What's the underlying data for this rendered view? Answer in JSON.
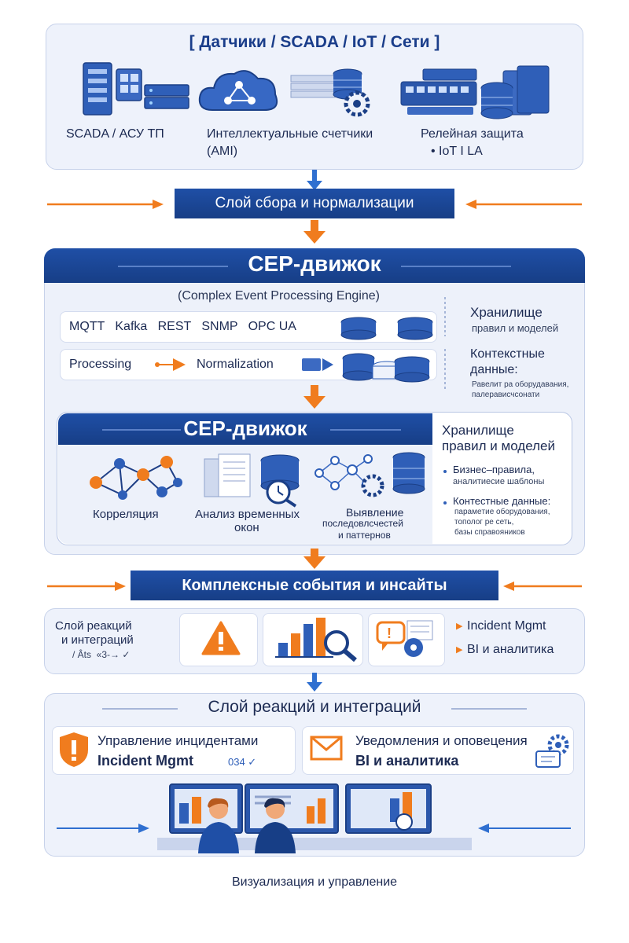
{
  "top": {
    "title": "[ Датчики / SCADA / IoT / Сети ]",
    "label1": "SCADA / АСУ ТП",
    "label2a": "Интеллектуальные счетчики",
    "label2b": "(AMI)",
    "label3a": "Релейная защита",
    "label3b": "• IoT I LA"
  },
  "collect_layer": "Слой сбора и нормализации",
  "cep1": {
    "title": "CEP-движок",
    "subtitle": "(Complex Event Processing Engine)",
    "protocols": "MQTT   Kafka   REST   SNMP   OPC UA",
    "processing": "Processing",
    "normalization": "Normalization",
    "storage_title": "Хранилище",
    "storage_sub": "правил и моделей",
    "context_title": "Контекстные",
    "context_title2": "данные:",
    "context_sub1": "Равелит ра оборудавания,",
    "context_sub2": "палерaвисчсонати"
  },
  "cep2": {
    "title": "CEP-движок",
    "correlation": "Корреляция",
    "windows1": "Анализ временных",
    "windows2": "окон",
    "patterns1": "Выявление",
    "patterns2": "последовлсчестей",
    "patterns3": "и паттернов",
    "storage_title1": "Хранилище",
    "storage_title2": "правил и моделей",
    "bullet1a": "Бизнес–правила,",
    "bullet1b": "аналитиесие шаблоны",
    "bullet2a": "Контестные данные:",
    "bullet2b": "парамeтие оборудования,",
    "bullet2c": "тополог ре сеть,",
    "bullet2d": "базы справояников"
  },
  "complex_events": "Комплексные события и инсайты",
  "reactions_small": {
    "line1": "Слой реакций",
    "line2": "и интеграций",
    "line3": "/ Âts  «3-→ ✓",
    "right1": "Incident Mgmt",
    "right2": "BI и аналитика"
  },
  "reactions_big": {
    "title": "Слой реакций и интеграций",
    "incidents_line1": "Управление инцидентами",
    "incidents_line2": "Incident Mgmt",
    "incidents_extra": "034 ✓",
    "notify_line1": "Уведомления и оповецения",
    "notify_line2": "BI и аналитика"
  },
  "footer": "Визуализация и управление",
  "colors": {
    "navy": "#1f4fa6",
    "orange": "#f07c1e",
    "panel": "#eef2fb",
    "server_blue": "#2f5fb8"
  }
}
